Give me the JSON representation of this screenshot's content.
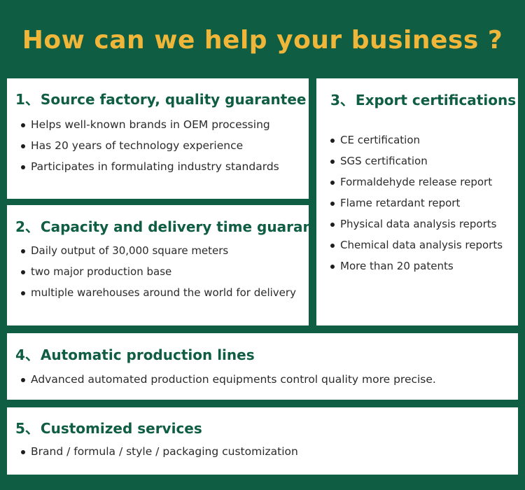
{
  "headline": "How can we help your business ?",
  "cards": {
    "source_factory": {
      "number": "1、",
      "title": "Source factory, quality guarantee",
      "items": [
        "Helps well-known brands in OEM processing",
        "Has 20 years of technology experience",
        "Participates in formulating industry standards"
      ]
    },
    "capacity": {
      "number": "2、",
      "title": "Capacity and delivery time guarantee",
      "items": [
        "Daily output of 30,000 square meters",
        "two major production base",
        "multiple warehouses around the world for delivery"
      ]
    },
    "certifications": {
      "number": "3、",
      "title": "Export certifications",
      "items": [
        "CE certification",
        "SGS certification",
        "Formaldehyde release report",
        "Flame retardant report",
        "Physical data analysis reports",
        "Chemical data analysis reports",
        "More than 20 patents"
      ]
    },
    "production_lines": {
      "number": "4、",
      "title": "Automatic production lines",
      "items": [
        "Advanced automated production equipments control quality more precise."
      ]
    },
    "customized": {
      "number": "5、",
      "title": "Customized services",
      "items": [
        "Brand / formula / style / packaging customization"
      ]
    }
  },
  "colors": {
    "background": "#0f5d43",
    "headline": "#f0b63a",
    "card": "#ffffff",
    "card_title": "#0f5d43",
    "body_text": "#2b2b2b"
  }
}
